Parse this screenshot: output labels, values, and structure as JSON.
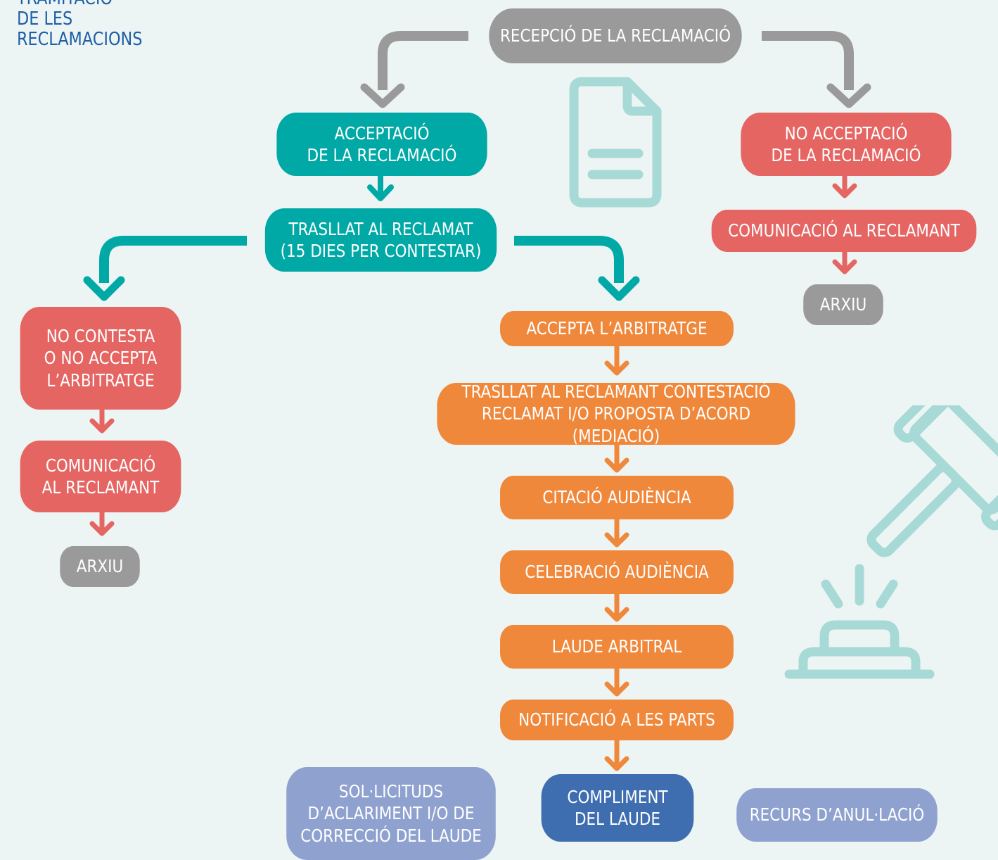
{
  "title": "TRAMITACIÓ\nDE LES\nRECLAMACIONS",
  "colors": {
    "grey": "#9a9a9a",
    "teal": "#00a9a5",
    "red": "#e56563",
    "orange": "#f0883c",
    "lavender": "#8fa1cf",
    "navy": "#3e6db0",
    "deco": "#a7dad6",
    "title": "#1f5ea8"
  },
  "nodes": {
    "reception": "RECEPCIÓ DE LA RECLAMACIÓ",
    "acceptance": "ACCEPTACIÓ\nDE LA RECLAMACIÓ",
    "non_acceptance": "NO ACCEPTACIÓ\nDE LA RECLAMACIÓ",
    "transfer_respondent": "TRASLLAT AL RECLAMAT\n(15 DIES PER CONTESTAR)",
    "comm_claimant_right": "COMUNICACIÓ AL RECLAMANT",
    "archive_right": "ARXIU",
    "no_answer": "NO CONTESTA\nO NO ACCEPTA\nL’ARBITRATGE",
    "comm_claimant_left": "COMUNICACIÓ\nAL RECLAMANT",
    "archive_left": "ARXIU",
    "accepts_arbitration": "ACCEPTA L’ARBITRATGE",
    "transfer_claimant": "TRASLLAT AL RECLAMANT CONTESTACIÓ\nRECLAMAT I/O PROPOSTA D’ACORD (MEDIACIÓ)",
    "hearing_summons": "CITACIÓ AUDIÈNCIA",
    "hearing_held": "CELEBRACIÓ AUDIÈNCIA",
    "arbitral_award": "LAUDE ARBITRAL",
    "notification": "NOTIFICACIÓ A LES PARTS",
    "clarification": "SOL·LICITUDS\nD’ACLARIMENT I/O DE\nCORRECCIÓ DEL LAUDE",
    "compliance": "COMPLIMENT\nDEL LAUDE",
    "annulment": "RECURS D’ANUL·LACIÓ"
  },
  "icons": [
    "document-icon",
    "gavel-icon",
    "bell-icon"
  ]
}
